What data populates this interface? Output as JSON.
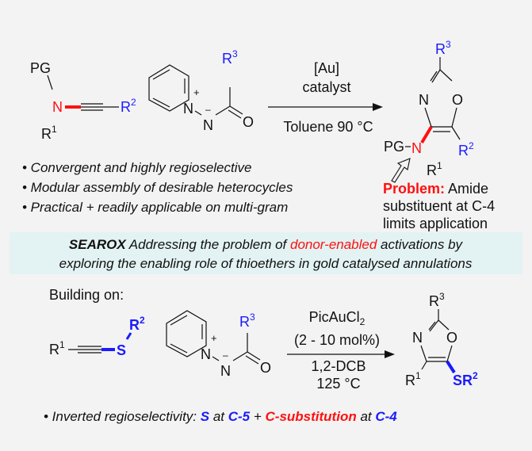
{
  "top_scheme": {
    "ynamide": {
      "pg": "PG",
      "n": "N",
      "r1": "R",
      "r1_sup": "1",
      "r2": "R",
      "r2_sup": "2"
    },
    "ylide": {
      "n_plus": "N",
      "plus": "+",
      "n_minus": "N",
      "minus": "–",
      "r3": "R",
      "r3_sup": "3",
      "o": "O"
    },
    "conditions": {
      "line1": "[Au]",
      "line2": "catalyst",
      "line3": "Toluene 90 °C"
    },
    "product": {
      "r3": "R",
      "r3_sup": "3",
      "n": "N",
      "o": "O",
      "r2": "R",
      "r2_sup": "2",
      "pg": "PG",
      "amine_n": "N",
      "r1": "R",
      "r1_sup": "1"
    },
    "bullets": [
      "• Convergent and highly regioselective",
      "• Modular assembly of desirable heterocycles",
      "• Practical + readily applicable on multi-gram"
    ],
    "problem": {
      "label": "Problem:",
      "line1": " Amide",
      "line2": "substituent at C-4",
      "line3": "limits application"
    }
  },
  "banner": {
    "searox": "SEAROX",
    "line1_a": " Addressing the problem of ",
    "highlight": "donor-enabled",
    "line1_b": " activations by",
    "line2": "exploring the enabling role of thioethers in gold catalysed annulations"
  },
  "bottom_scheme": {
    "heading": "Building on:",
    "alkyne": {
      "r1": "R",
      "r1_sup": "1",
      "s": "S",
      "r2": "R",
      "r2_sup": "2"
    },
    "ylide": {
      "n_plus": "N",
      "plus": "+",
      "n_minus": "N",
      "minus": "–",
      "r3": "R",
      "r3_sup": "3",
      "o": "O"
    },
    "conditions": {
      "catalyst": "PicAuCl",
      "catalyst_sub": "2",
      "loading": "(2 - 10 mol%)",
      "solvent": "1,2-DCB",
      "temp": "125 °C"
    },
    "product": {
      "r3": "R",
      "r3_sup": "3",
      "n": "N",
      "o": "O",
      "r1": "R",
      "r1_sup": "1",
      "sr2": "SR",
      "sr2_sup": "2"
    },
    "bullet": {
      "a": "• Inverted regioselectivity: ",
      "s": "S",
      "b": " at ",
      "c5": "C-5",
      "plus": " + ",
      "csub": "C-substitution",
      "at": " at ",
      "c4": "C-4"
    }
  },
  "colors": {
    "red": "#ff1010",
    "blue": "#1a1aff",
    "banner": "#e3f2f2"
  }
}
